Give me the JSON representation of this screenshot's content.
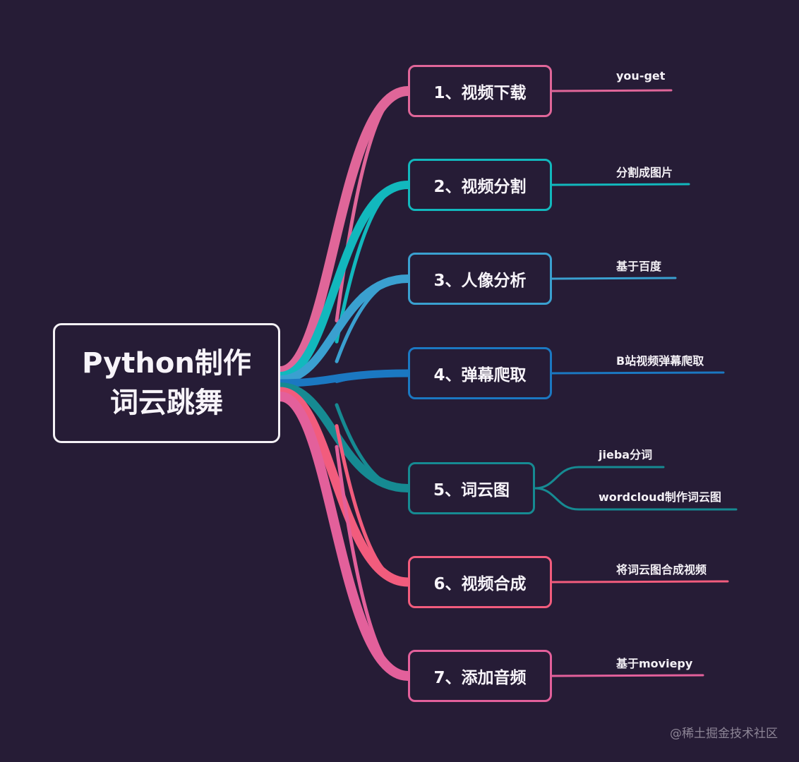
{
  "root": {
    "line1": "Python制作",
    "line2": "词云跳舞"
  },
  "branches": [
    {
      "label": "1、视频下载",
      "color": "#e06699",
      "leaves": [
        "you-get"
      ]
    },
    {
      "label": "2、视频分割",
      "color": "#12b8bd",
      "leaves": [
        "分割成图片"
      ]
    },
    {
      "label": "3、人像分析",
      "color": "#3aa0d0",
      "leaves": [
        "基于百度"
      ]
    },
    {
      "label": "4、弹幕爬取",
      "color": "#1b78c2",
      "leaves": [
        "B站视频弹幕爬取"
      ]
    },
    {
      "label": "5、词云图",
      "color": "#168a92",
      "leaves": [
        "jieba分词",
        "wordcloud制作词云图"
      ]
    },
    {
      "label": "6、视频合成",
      "color": "#f25c7d",
      "leaves": [
        "将词云图合成视频"
      ]
    },
    {
      "label": "7、添加音频",
      "color": "#e3609b",
      "leaves": [
        "基于moviepy"
      ]
    }
  ],
  "watermark": "@稀土掘金技术社区"
}
